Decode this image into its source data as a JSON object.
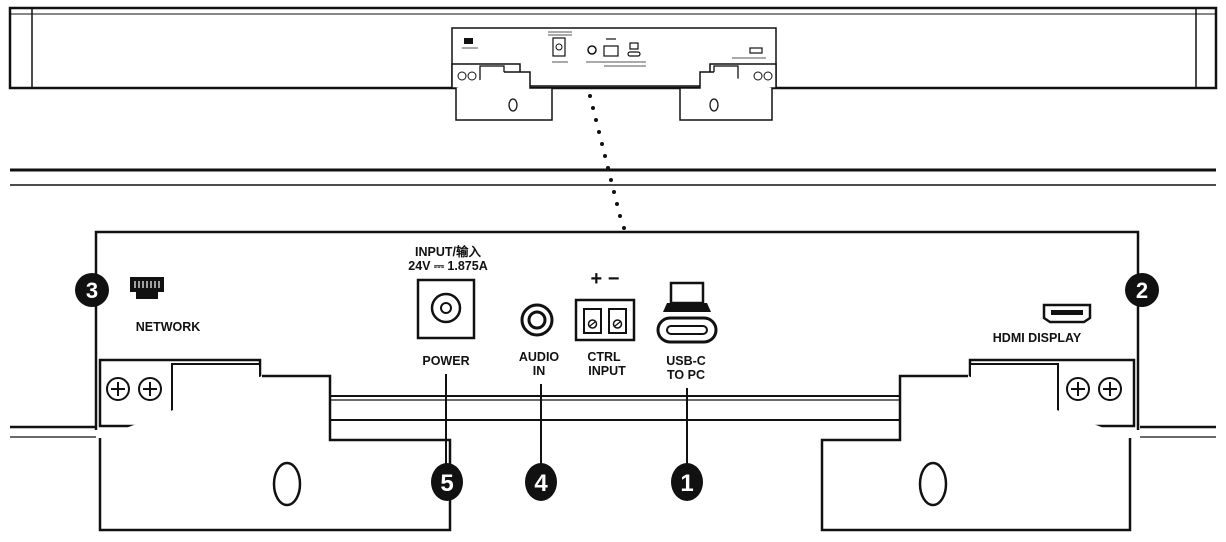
{
  "ports": {
    "network": {
      "label": "NETWORK",
      "callout": "3"
    },
    "power": {
      "rating_line1": "INPUT/输入",
      "rating_line2": "24V ⎓ 1.875A",
      "label": "POWER",
      "callout": "5"
    },
    "audio_in": {
      "line1": "AUDIO",
      "line2": "IN",
      "callout": "4"
    },
    "ctrl_input": {
      "polarity": "+ −",
      "line1": "CTRL",
      "line2": "INPUT"
    },
    "usb_c": {
      "line1": "USB-C",
      "line2": "TO PC",
      "callout": "1"
    },
    "hdmi": {
      "label": "HDMI DISPLAY",
      "callout": "2"
    }
  },
  "colors": {
    "ink": "#111111",
    "badge": "#111111",
    "background": "#ffffff",
    "panel_fill": "#ffffff"
  },
  "icons": [
    "ethernet-port-icon",
    "dc-power-jack-icon",
    "audio-jack-icon",
    "terminal-block-icon",
    "laptop-icon",
    "usb-c-port-icon",
    "hdmi-port-icon",
    "screw-icon"
  ]
}
